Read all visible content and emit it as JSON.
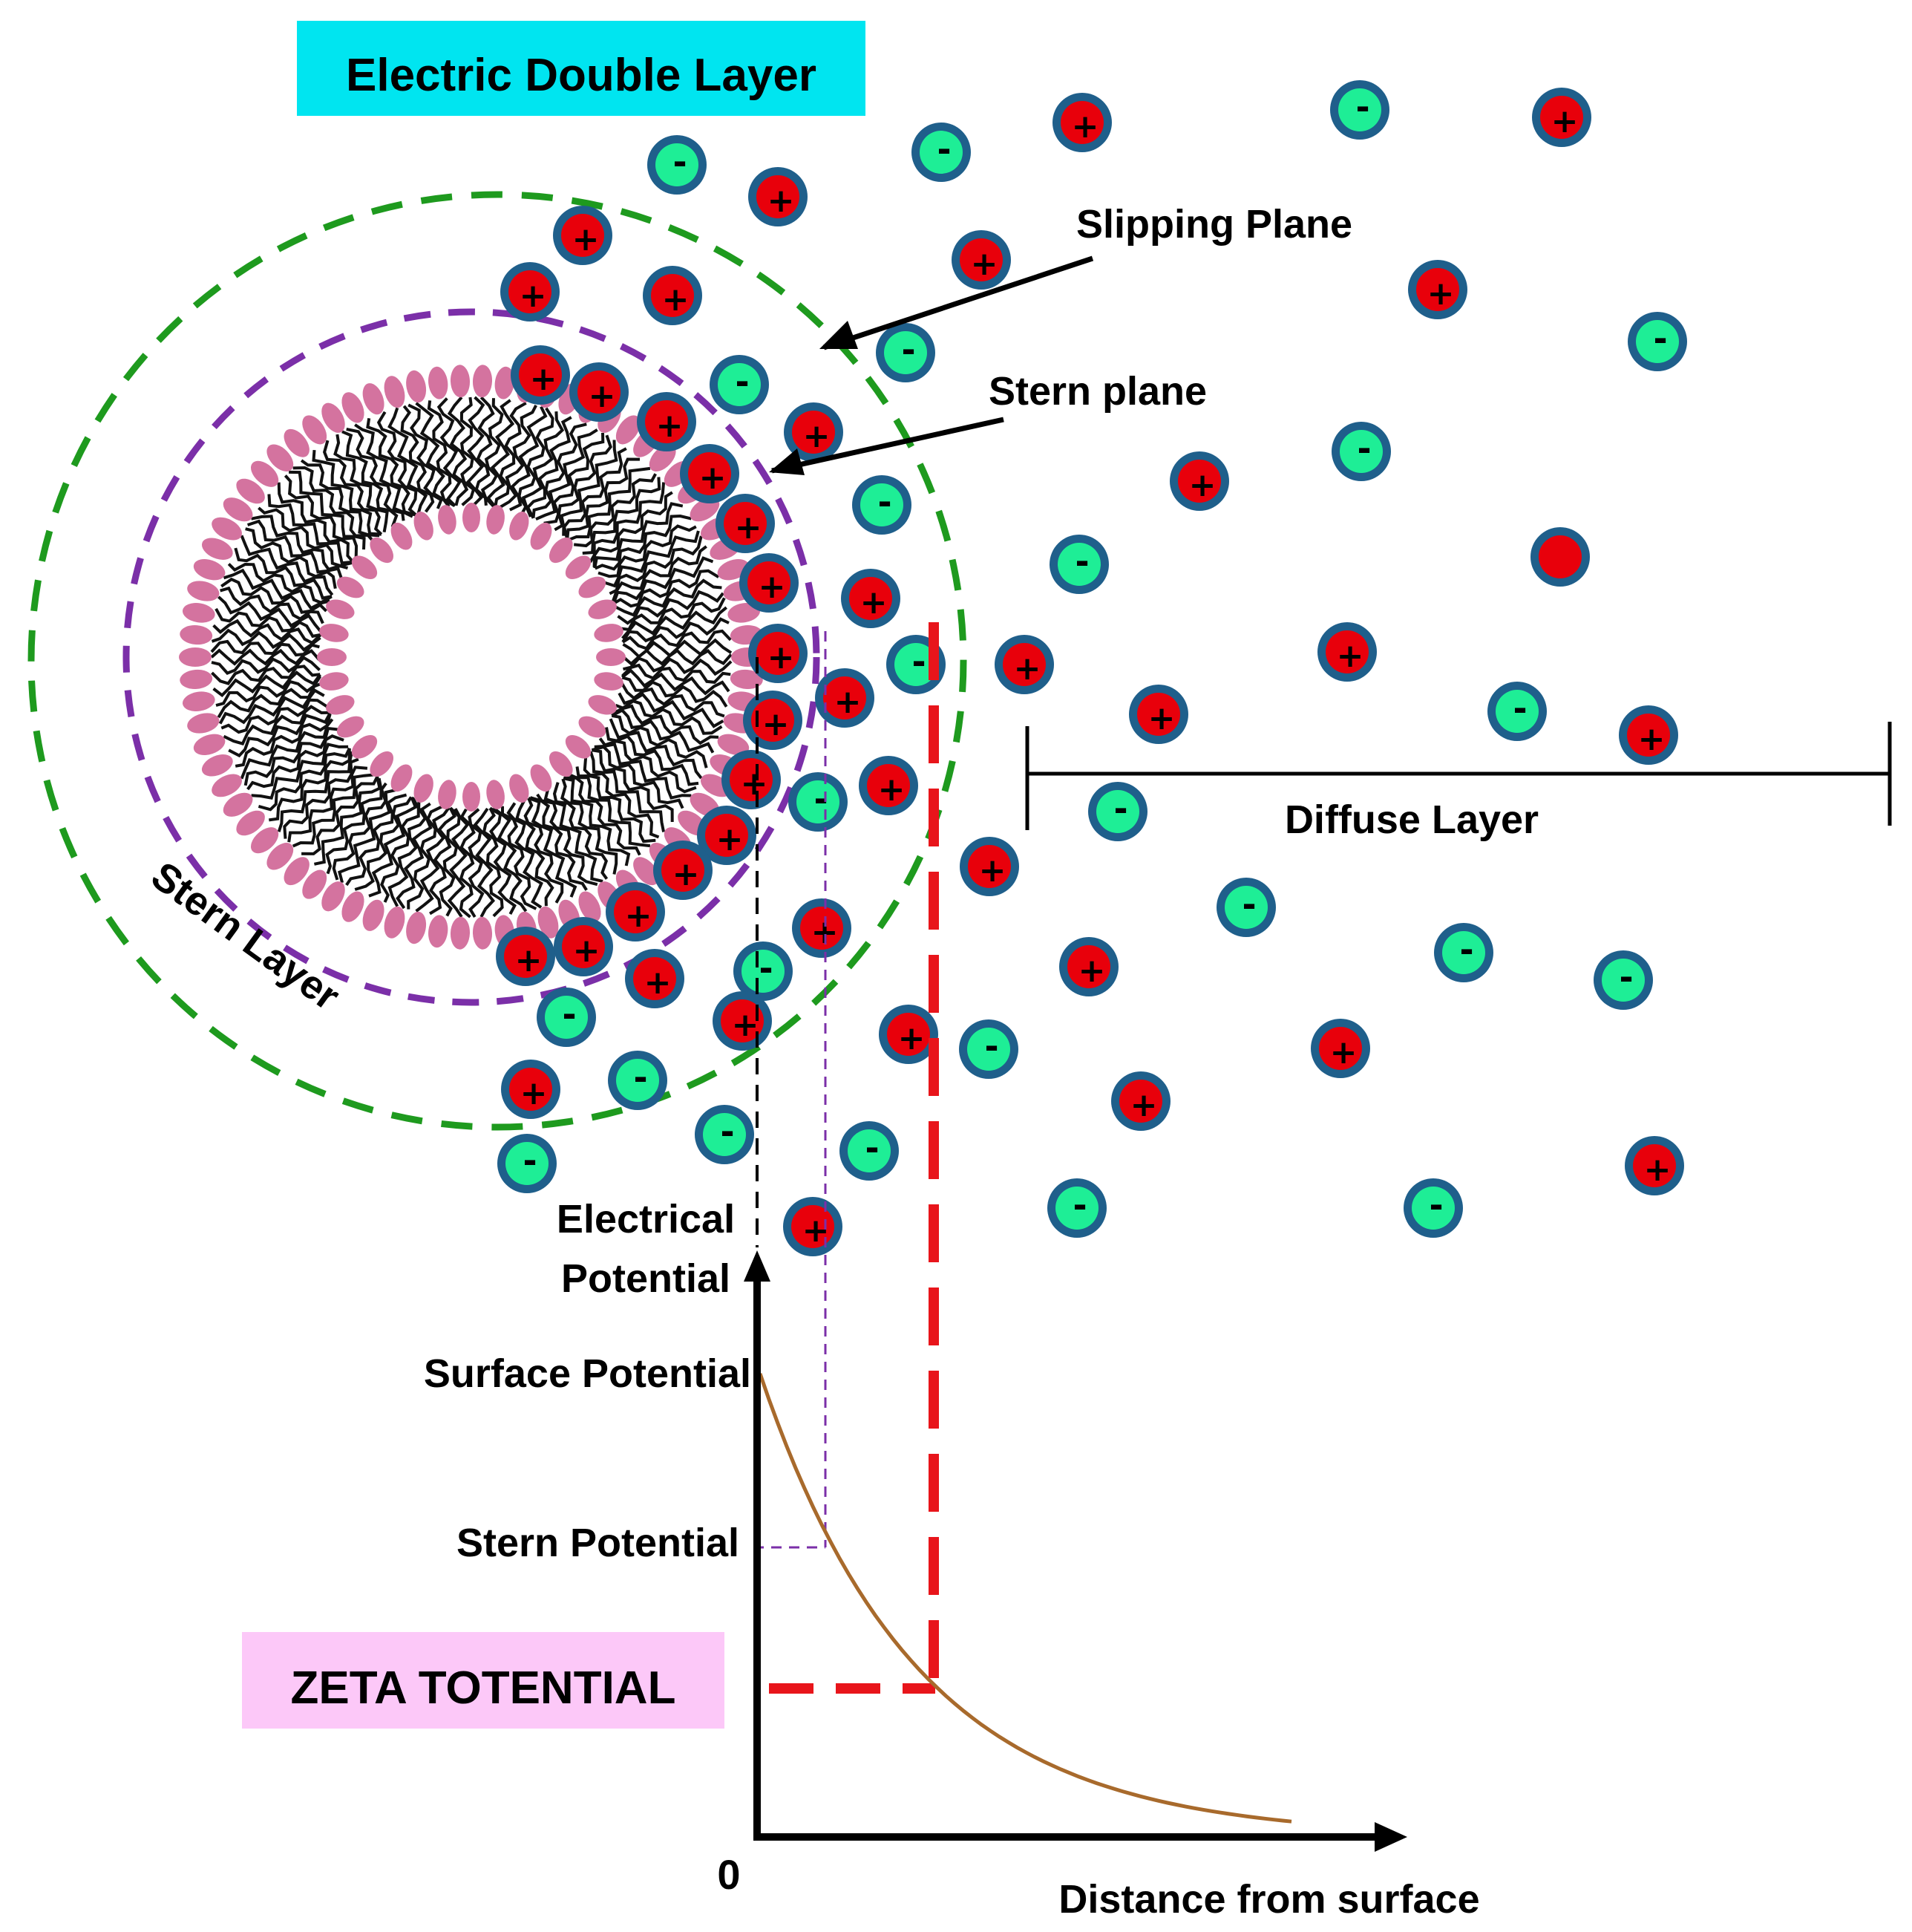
{
  "title": "Electric Double Layer",
  "zeta_box": "ZETA TOTENTIAL",
  "labels": {
    "slipping_plane": "Slipping Plane",
    "stern_plane": "Stern plane",
    "stern_layer": "Stern Layer",
    "diffuse_layer": "Diffuse Layer",
    "electrical_potential_line1": "Electrical",
    "electrical_potential_line2": "Potential",
    "surface_potential": "Surface Potential",
    "stern_potential": "Stern Potential",
    "origin": "0",
    "x_axis": "Distance from surface"
  },
  "ion_signs": {
    "positive": "+",
    "negative": "-"
  },
  "colors": {
    "title_bg": "#00E5F0",
    "zeta_bg": "#FCC8F8",
    "cation": "#E8000B",
    "anion": "#1EEE96",
    "ion_ring": "#1F5F8B",
    "head_group": "#D4739F",
    "tails": "#111111",
    "slipping_circle": "#1E9A1E",
    "stern_circle": "#7B2FA8",
    "zeta_line": "#E8151B",
    "curve": "#A86A2C"
  }
}
